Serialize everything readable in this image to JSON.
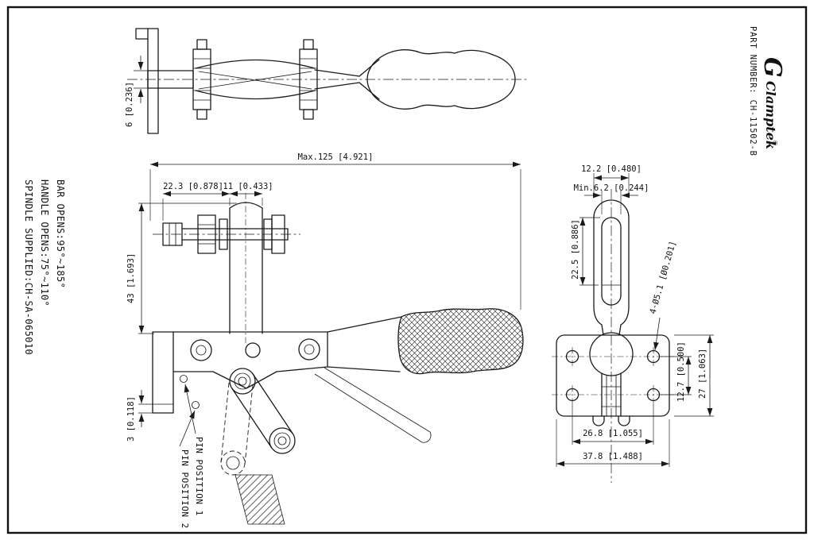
{
  "title_block": {
    "part_number_line": "PART NUMBER: CH-11502-B",
    "brand_initial": "G",
    "brand": "Clamptek",
    "registered": "®"
  },
  "notes": {
    "bar_opens": "BAR OPENS:95°~185°",
    "handle_opens": "HANDLE OPENS:75°~110°",
    "spindle": "SPINDLE SUPPLIED:CH-SA-065010"
  },
  "labels": {
    "pin1": "PIN POSITION 1",
    "pin2": "PIN POSITION 2"
  },
  "dims": {
    "overall": "Max.125 [4.921]",
    "d223": "22.3 [0.878]",
    "d11": "11 [0.433]",
    "d43": "43 [1.693]",
    "d6": "6 [0.236]",
    "d3": "3 [0.118]",
    "d122": "12.2 [0.480]",
    "d62": "Min.6.2 [0.244]",
    "d225": "22.5 [0.886]",
    "holes": "4-Ø5.1 [Ø0.201]",
    "d27": "27 [1.063]",
    "d127": "12.7 [0.500]",
    "d268": "26.8 [1.055]",
    "d378": "37.8 [1.488]"
  },
  "colors": {
    "line": "#1a1a1a",
    "background": "#ffffff"
  }
}
